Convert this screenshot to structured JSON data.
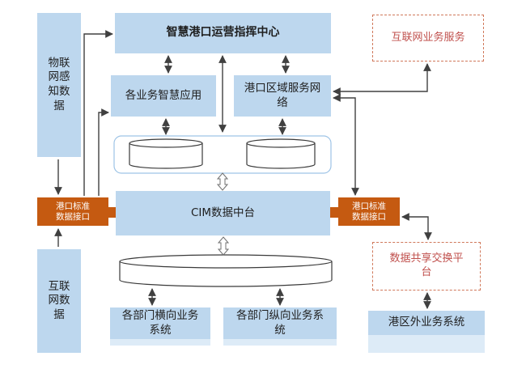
{
  "nodes": {
    "command_center": {
      "label": "智慧港口运营指挥中心"
    },
    "internet_services": {
      "label": "互联网业务服务"
    },
    "iot_data": {
      "lines": [
        "物联",
        "网感",
        "知数",
        "据"
      ]
    },
    "internet_data": {
      "lines": [
        "互联",
        "网数",
        "据"
      ]
    },
    "smart_apps": {
      "label": "各业务智慧应用"
    },
    "port_network": {
      "lines": [
        "港口区域服务网",
        "络"
      ]
    },
    "cim_platform": {
      "label": "CIM数据中台"
    },
    "std_interface_left": {
      "lines": [
        "港口标准",
        "数据接口"
      ]
    },
    "std_interface_right": {
      "lines": [
        "港口标准",
        "数据接口"
      ]
    },
    "data_exchange": {
      "lines": [
        "数据共享交换平",
        "台"
      ]
    },
    "horizontal_systems": {
      "lines": [
        "各部门横向业务",
        "系统"
      ]
    },
    "vertical_systems": {
      "lines": [
        "各部门纵向业务系",
        "统"
      ]
    },
    "external_systems": {
      "label": "港区外业务系统"
    }
  },
  "colors": {
    "box_fill": "#bdd7ee",
    "interface_fill": "#c55a11",
    "dashed_border": "#d0785a",
    "dashed_text": "#c0504d",
    "arrow": "#404040",
    "hollow_arrow": "#808080"
  }
}
